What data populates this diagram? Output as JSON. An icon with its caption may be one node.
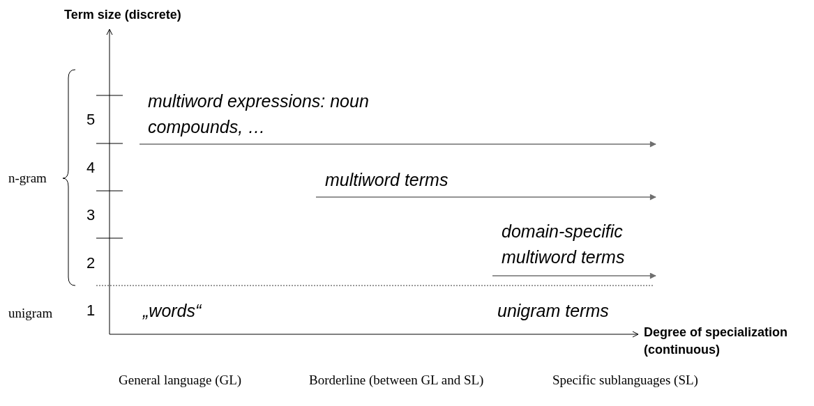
{
  "diagram": {
    "labels": [
      "Term size (discrete)",
      "5",
      "multiword expressions: noun compounds, …",
      "4",
      "n-gram",
      "multiword terms",
      "3",
      "domain-specific multiword terms",
      "2",
      "unigram",
      "1",
      "„words“",
      "unigram terms",
      "Degree of specialization (continuous)",
      "General language (GL)",
      "Borderline (between GL and SL)",
      "Specific sublanguages (SL)"
    ]
  }
}
